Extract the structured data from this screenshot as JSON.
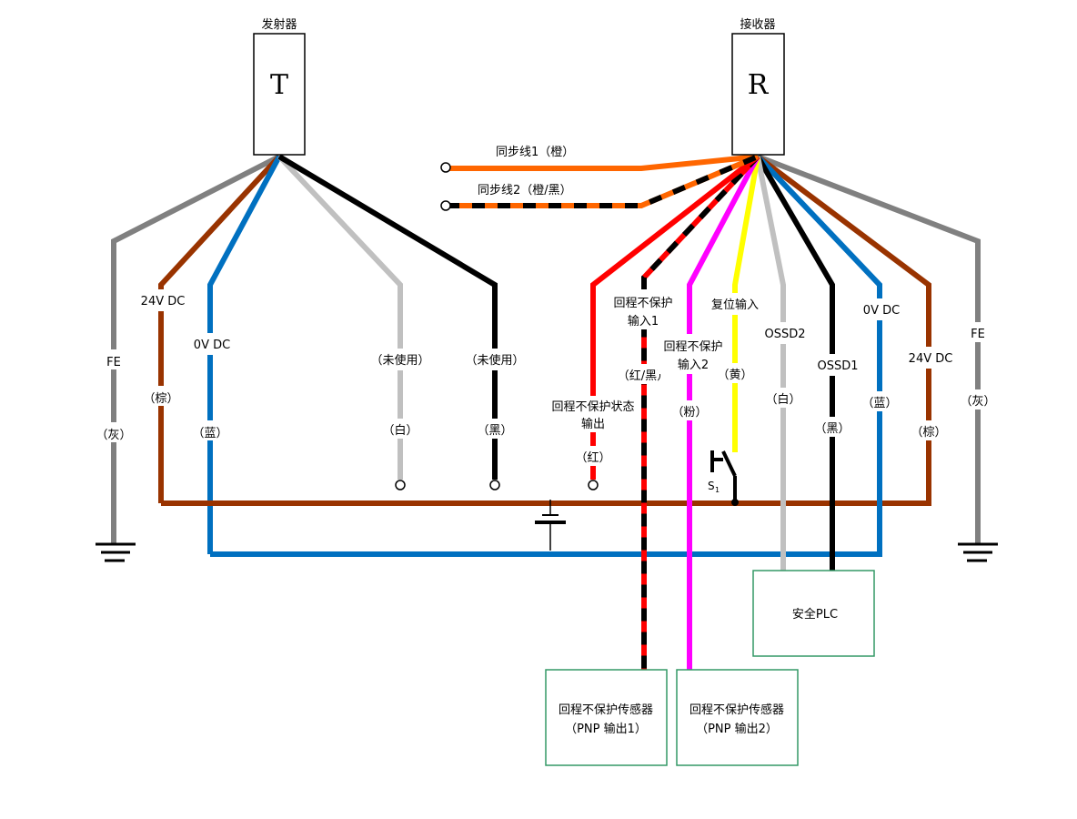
{
  "transmitter": {
    "title": "发射器",
    "letter": "T"
  },
  "receiver": {
    "title": "接收器",
    "letter": "R"
  },
  "sync": {
    "line1": "同步线1（橙）",
    "line2": "同步线2（橙/黑）"
  },
  "t_wires": {
    "fe": {
      "name": "FE",
      "color": "（灰）"
    },
    "v24": {
      "name": "24V DC",
      "color": "（棕）"
    },
    "v0": {
      "name": "0V DC",
      "color": "（蓝）"
    },
    "unused_white": {
      "name": "（未使用）",
      "color": "（白）"
    },
    "unused_black": {
      "name": "（未使用）",
      "color": "（黑）"
    }
  },
  "r_wires": {
    "status": {
      "name1": "回程不保护状态",
      "name2": "输出",
      "color": "（红）"
    },
    "in1": {
      "name1": "回程不保护",
      "name2": "输入1",
      "color": "（红/黑）"
    },
    "in2": {
      "name1": "回程不保护",
      "name2": "输入2",
      "color": "（粉）"
    },
    "reset": {
      "name": "复位输入",
      "color": "（黄）"
    },
    "ossd2": {
      "name": "OSSD2",
      "color": "（白）"
    },
    "ossd1": {
      "name": "OSSD1",
      "color": "（黑）"
    },
    "v0": {
      "name": "0V DC",
      "color": "（蓝）"
    },
    "v24": {
      "name": "24V DC",
      "color": "（棕）"
    },
    "fe": {
      "name": "FE",
      "color": "（灰）"
    }
  },
  "switch": {
    "label": "S",
    "subscript": "1"
  },
  "boxes": {
    "plc": "安全PLC",
    "sensor1": {
      "line1": "回程不保护传感器",
      "line2": "（PNP 输出1）"
    },
    "sensor2": {
      "line1": "回程不保护传感器",
      "line2": "（PNP 输出2）"
    }
  },
  "colors": {
    "gray": "#808080",
    "brown": "#993300",
    "blue": "#0070c0",
    "lightgray": "#c0c0c0",
    "black": "#000000",
    "orange": "#ff6600",
    "red": "#ff0000",
    "magenta": "#ff00ff",
    "yellow": "#ffff00",
    "green": "#339966"
  }
}
